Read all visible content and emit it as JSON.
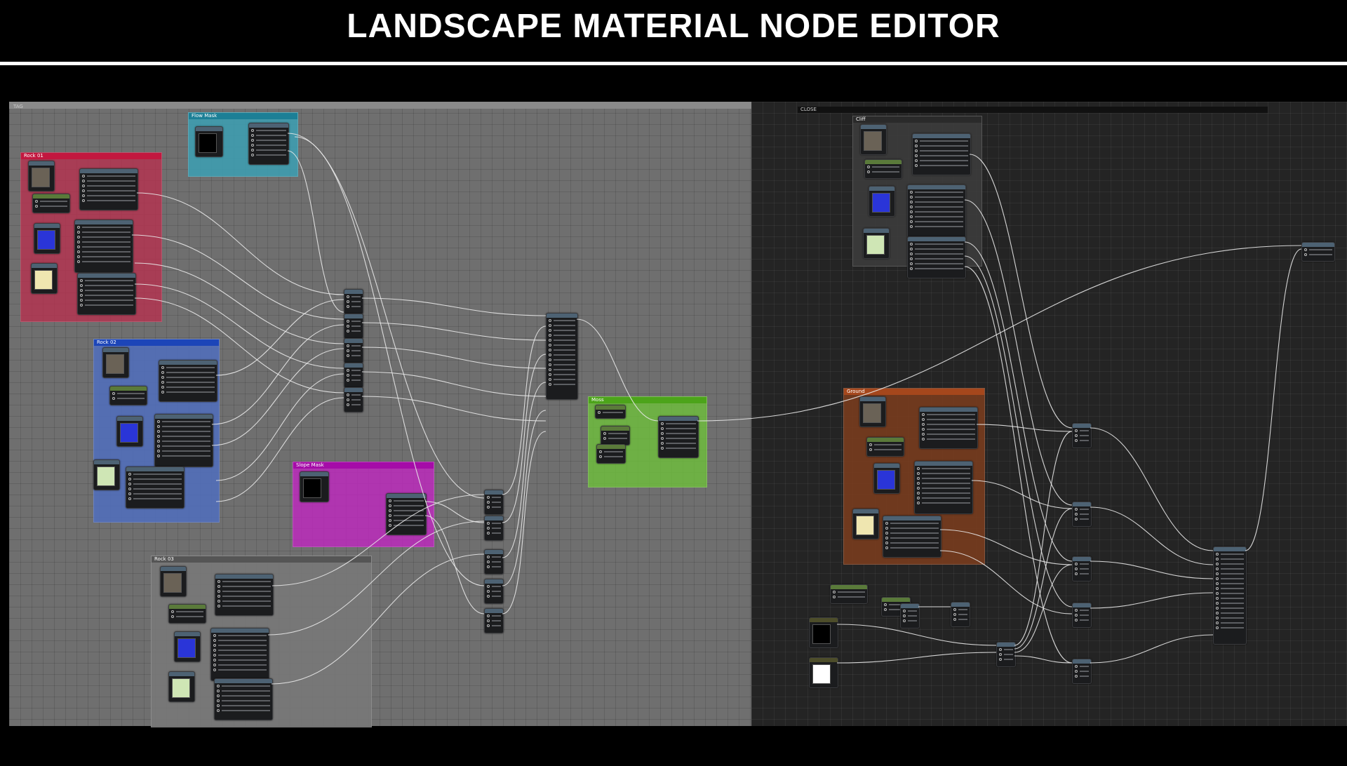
{
  "header": {
    "title": "LANDSCAPE MATERIAL NODE EDITOR"
  },
  "panes": [
    {
      "id": "left",
      "label": "TAG"
    },
    {
      "id": "right",
      "label": "CLOSE"
    }
  ],
  "comments": [
    {
      "id": "rock01",
      "label": "Rock 01",
      "color": "#b5324f"
    },
    {
      "id": "rock02",
      "label": "Rock 02",
      "color": "#4a68c9"
    },
    {
      "id": "rock03",
      "label": "Rock 03",
      "color": "#6e6e6e"
    },
    {
      "id": "flowmask",
      "label": "Flow Mask",
      "color": "#1f8ea8"
    },
    {
      "id": "slopemask",
      "label": "Slope Mask",
      "color": "#b212b8"
    },
    {
      "id": "moss",
      "label": "Moss",
      "color": "#5fb328"
    },
    {
      "id": "cliff",
      "label": "Cliff",
      "color": "#333333"
    },
    {
      "id": "ground",
      "label": "Ground",
      "color": "#a5471c"
    }
  ],
  "colors": {
    "wire": "#e8e8e8",
    "node_bg": "#1b1c1e",
    "tex_rock": "#6a6256",
    "tex_normal": "#2a35d8",
    "tex_light": "#efe6b0",
    "tex_green": "#cfe6b5"
  },
  "icons": [
    "node-pin-icon",
    "texture-preview-icon"
  ]
}
